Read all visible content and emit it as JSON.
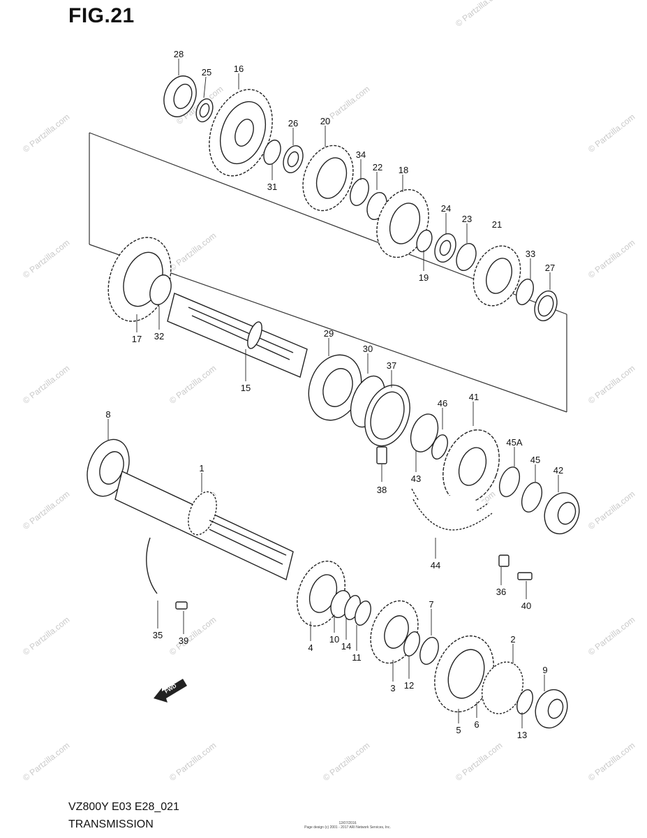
{
  "figure": {
    "title": "FIG.21",
    "model_code": "VZ800Y E03 E28_021",
    "caption": "TRANSMISSION",
    "footer_code": "12/07/2016",
    "footer_credit": "Page design (c) 2001 - 2017 ARI Network Services, Inc.",
    "watermark": "© Partzilla.com",
    "direction_label": "FWD"
  },
  "part_labels": [
    "1",
    "2",
    "3",
    "4",
    "5",
    "6",
    "7",
    "8",
    "9",
    "10",
    "11",
    "12",
    "13",
    "14",
    "15",
    "16",
    "17",
    "18",
    "19",
    "20",
    "21",
    "22",
    "23",
    "24",
    "25",
    "26",
    "27",
    "28",
    "29",
    "30",
    "31",
    "32",
    "33",
    "34",
    "35",
    "36",
    "37",
    "38",
    "39",
    "40",
    "41",
    "42",
    "43",
    "44",
    "45",
    "45A",
    "46"
  ]
}
